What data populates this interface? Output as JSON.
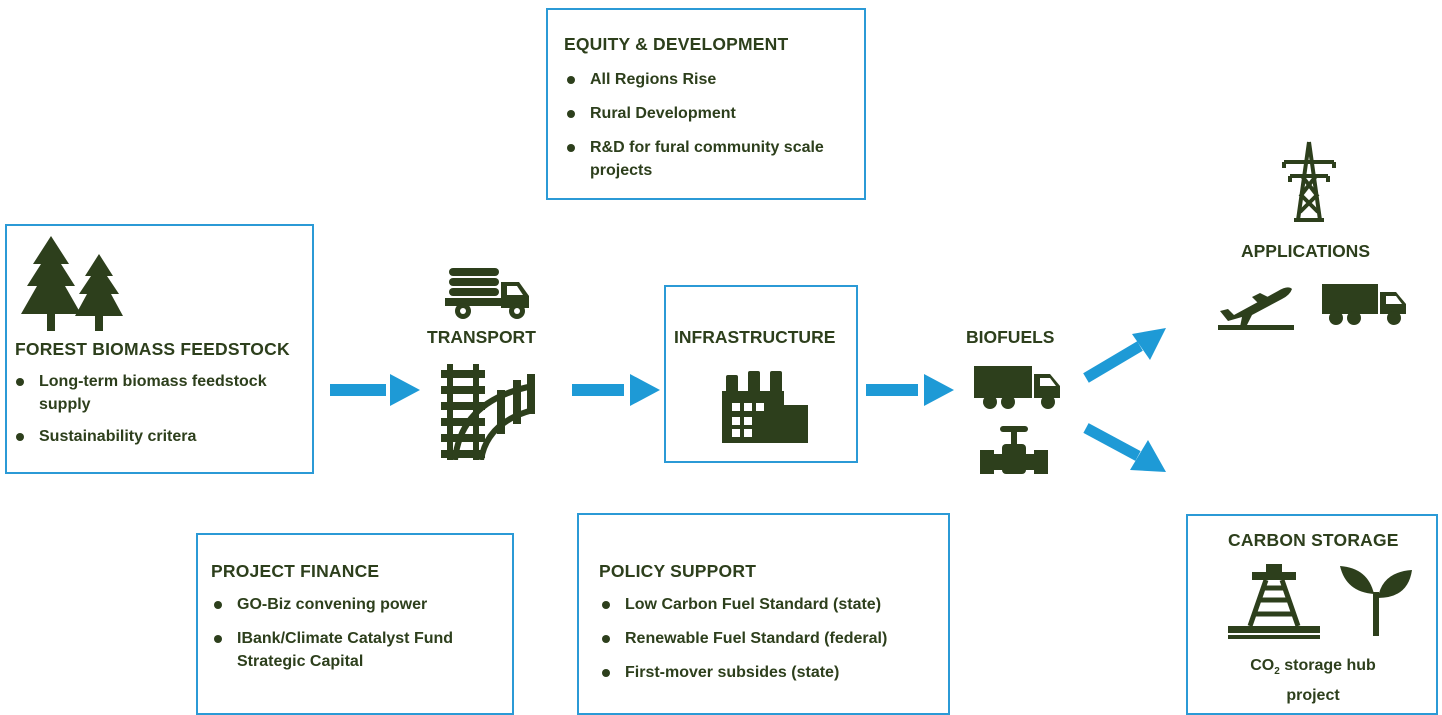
{
  "equity": {
    "title": "EQUITY & DEVELOPMENT",
    "items": [
      "All Regions Rise",
      "Rural Development",
      "R&D for fural community scale projects"
    ]
  },
  "forest": {
    "title": "FOREST BIOMASS FEEDSTOCK",
    "items": [
      "Long-term biomass feedstock supply",
      "Sustainability critera"
    ]
  },
  "transport": {
    "label": "TRANSPORT"
  },
  "infrastructure": {
    "label": "INFRASTRUCTURE"
  },
  "biofuels": {
    "label": "BIOFUELS"
  },
  "applications": {
    "label": "APPLICATIONS"
  },
  "carbon_storage": {
    "title": "CARBON STORAGE",
    "co2_prefix": "CO",
    "co2_sub": "2",
    "co2_rest": " storage hub",
    "co2_line2": "project"
  },
  "finance": {
    "title": "PROJECT FINANCE",
    "items": [
      "GO-Biz convening power",
      "IBank/Climate Catalyst Fund Strategic Capital"
    ]
  },
  "policy": {
    "title": "POLICY SUPPORT",
    "items": [
      "Low Carbon Fuel Standard (state)",
      "Renewable Fuel Standard (federal)",
      "First-mover subsides (state)"
    ]
  },
  "colors": {
    "border": "#2b9ad6",
    "arrow": "#1e9ad6",
    "icon": "#2d3f1c"
  },
  "icons": [
    "pine-trees-icon",
    "log-truck-icon",
    "railroad-tracks-icon",
    "factory-icon",
    "truck-icon",
    "pipe-valve-icon",
    "power-tower-icon",
    "airplane-icon",
    "oil-rig-icon",
    "sprout-icon"
  ]
}
